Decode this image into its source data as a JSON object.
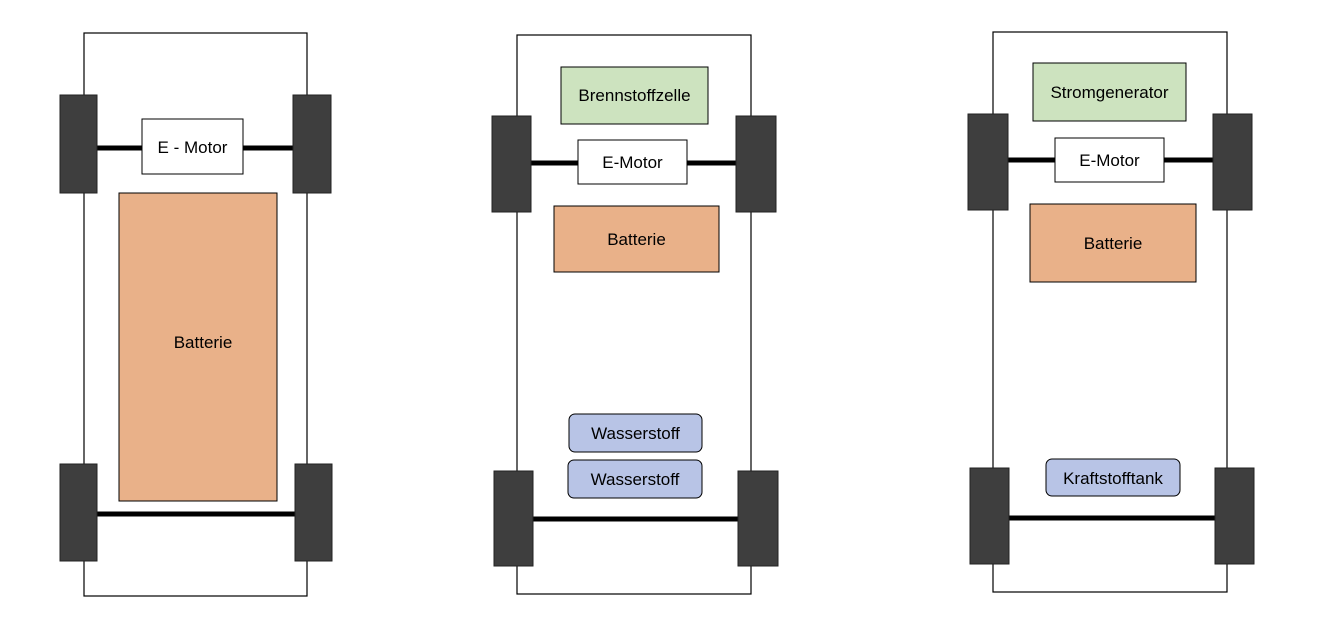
{
  "colors": {
    "outline": "#000000",
    "wheel": "#3e3e3e",
    "axle": "#000000",
    "motor_fill": "#ffffff",
    "battery_fill": "#e9b189",
    "fuel_cell_fill": "#cde3bf",
    "tank_fill": "#b8c4e6"
  },
  "vehicles": [
    {
      "motor": "E - Motor",
      "battery": "Batterie"
    },
    {
      "fuel_cell": "Brennstoffzelle",
      "motor": "E-Motor",
      "battery": "Batterie",
      "tank_1": "Wasserstoff",
      "tank_2": "Wasserstoff"
    },
    {
      "generator": "Stromgenerator",
      "motor": "E-Motor",
      "battery": "Batterie",
      "tank": "Kraftstofftank"
    }
  ]
}
